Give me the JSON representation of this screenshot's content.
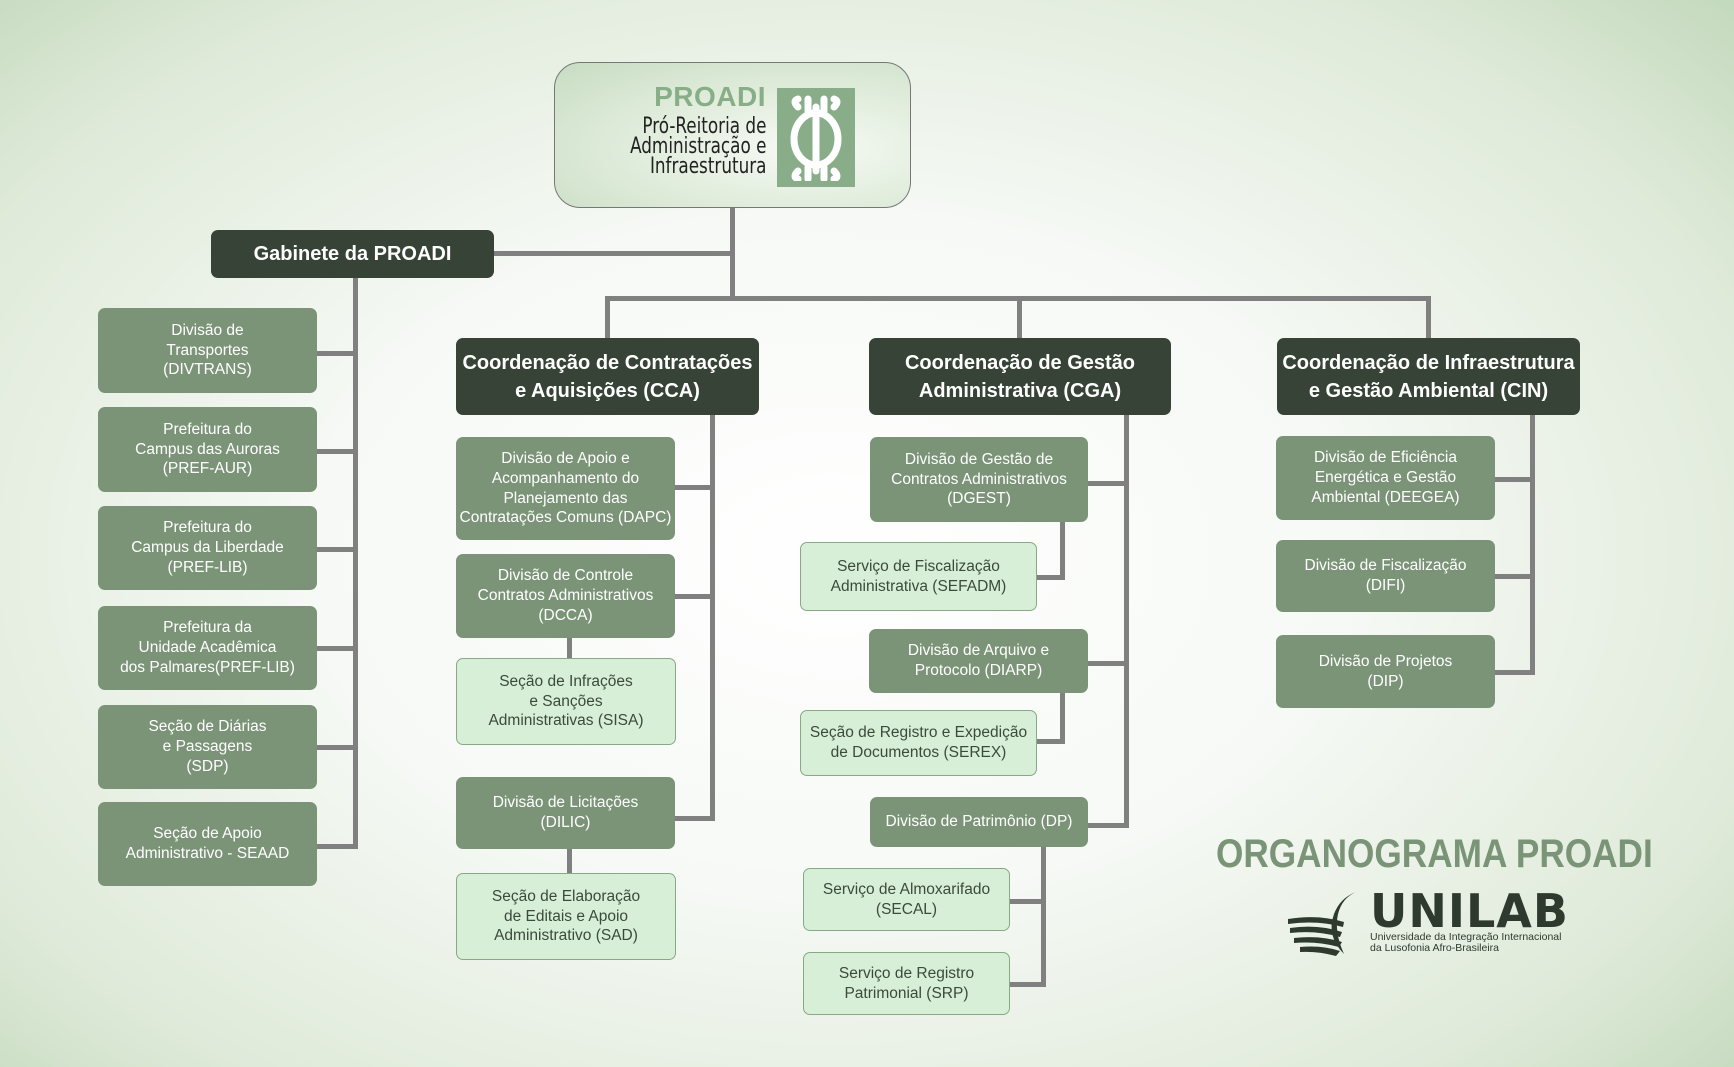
{
  "root": {
    "abbr": "PROADI",
    "name": "Pró-Reitoria de\nAdministração e\nInfraestrutura",
    "logo_icon": "adinkra-symbol-icon"
  },
  "cabinet": {
    "title": "Gabinete da PROADI",
    "units": [
      "Divisão de\nTransportes\n(DIVTRANS)",
      "Prefeitura do\nCampus das Auroras\n(PREF-AUR)",
      "Prefeitura do\nCampus da Liberdade\n(PREF-LIB)",
      "Prefeitura da\nUnidade Acadêmica\ndos Palmares(PREF-LIB)",
      "Seção de Diárias\ne Passagens\n(SDP)",
      "Seção de Apoio\nAdministrativo - SEAAD"
    ]
  },
  "cca": {
    "title": "Coordenação de Contratações\ne Aquisições (CCA)",
    "units": [
      "Divisão de Apoio e\nAcompanhamento do\nPlanejamento das\nContratações Comuns (DAPC)",
      "Divisão de Controle\nContratos Administrativos\n(DCCA)",
      "Seção de Infrações\ne Sanções\nAdministrativas (SISA)",
      "Divisão de Licitações\n(DILIC)",
      "Seção de Elaboração\nde Editais e Apoio\nAdministrativo (SAD)"
    ]
  },
  "cga": {
    "title": "Coordenação de Gestão\nAdministrativa (CGA)",
    "units": [
      "Divisão de Gestão de\nContratos Administrativos\n(DGEST)",
      "Serviço de Fiscalização\nAdministrativa (SEFADM)",
      "Divisão de Arquivo e\nProtocolo (DIARP)",
      "Seção de Registro e Expedição\nde Documentos (SEREX)",
      "Divisão de Patrimônio (DP)",
      "Serviço de Almoxarifado\n(SECAL)",
      "Serviço de Registro\nPatrimonial (SRP)"
    ]
  },
  "cin": {
    "title": "Coordenação de Infraestrutura\ne Gestão Ambiental (CIN)",
    "units": [
      "Divisão de Eficiência\nEnergética e Gestão\nAmbiental (DEEGEA)",
      "Divisão de Fiscalização\n(DIFI)",
      "Divisão de Projetos\n(DIP)"
    ]
  },
  "footer": {
    "title": "ORGANOGRAMA PROADI",
    "logo_word": "UNILAB",
    "logo_subtitle": "Universidade da Integração Internacional\nda Lusofonia Afro-Brasileira"
  },
  "colors": {
    "dark": "#364336",
    "medium": "#7b9478",
    "light": "#d7efd6",
    "connector": "#808080",
    "accent": "#88ae87"
  }
}
